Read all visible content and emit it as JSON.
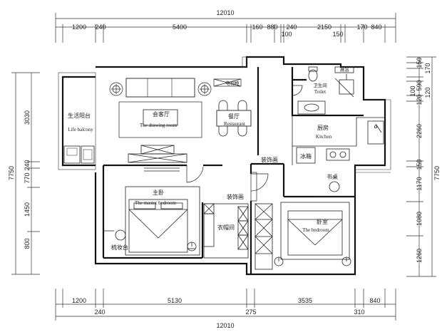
{
  "totals": {
    "top": "12010",
    "bottom": "12010",
    "left": "7750",
    "right": "7750"
  },
  "top_dims": [
    "1200",
    "240",
    "5400",
    "160",
    "880",
    "240",
    "100",
    "2150",
    "150",
    "170",
    "840"
  ],
  "bottom_dims_upper": [
    "1200",
    "5130",
    "3535",
    "840"
  ],
  "bottom_dims_lower": [
    "240",
    "275",
    "310"
  ],
  "left_dims": [
    "3030",
    "240",
    "770",
    "1450",
    "800"
  ],
  "right_dims": [
    "150",
    "170",
    "100",
    "590",
    "120",
    "120",
    "2260",
    "150",
    "1170",
    "1080",
    "1260"
  ],
  "rooms": {
    "life_balcony_cn": "生活阳台",
    "life_balcony_en": "Life balcony",
    "living_cn": "会客厅",
    "living_en": "The drawing room",
    "restaurant_cn": "餐厅",
    "restaurant_en": "Restaurant",
    "toilet_cn": "卫生间",
    "toilet_en": "Toilet",
    "kitchen_cn": "厨房",
    "kitchen_en": "Kitchen",
    "fridge": "冰箱",
    "shower": "淋浴",
    "ornament_wall_1": "装饰画",
    "ornament_wall_2": "装饰画",
    "tv_cabinet": "电视柜",
    "desk": "书桌",
    "master_cn": "主卧",
    "master_en": "The master bedroom",
    "cloakroom": "衣帽间",
    "bedroom_cn": "卧室",
    "bedroom_en": "The bedroom",
    "dresser": "梳妆台"
  }
}
